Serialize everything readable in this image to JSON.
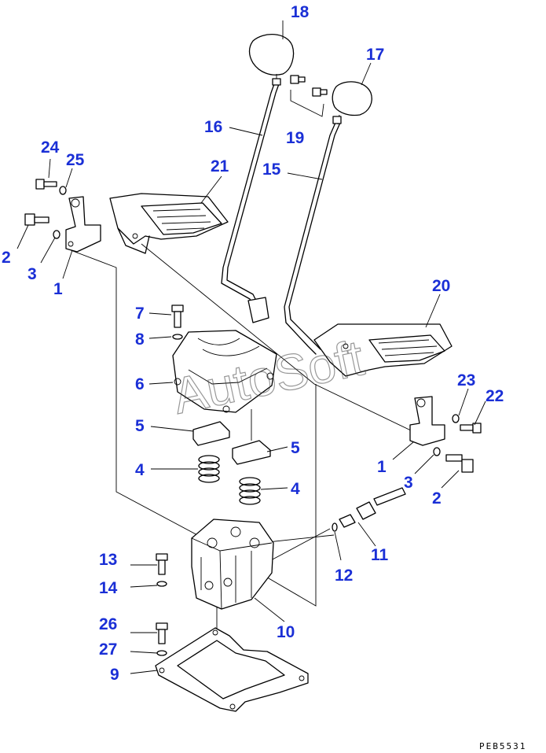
{
  "diagram": {
    "watermark": "AutoSoft",
    "drawing_code": "PEB5531",
    "callouts": [
      "1",
      "1",
      "2",
      "2",
      "3",
      "3",
      "4",
      "4",
      "5",
      "5",
      "6",
      "7",
      "8",
      "9",
      "10",
      "11",
      "12",
      "13",
      "14",
      "15",
      "16",
      "17",
      "18",
      "19",
      "20",
      "21",
      "22",
      "23",
      "24",
      "25",
      "26",
      "27"
    ]
  },
  "colors": {
    "callout": "#1a2fd6",
    "line": "#000000",
    "background": "#ffffff"
  }
}
